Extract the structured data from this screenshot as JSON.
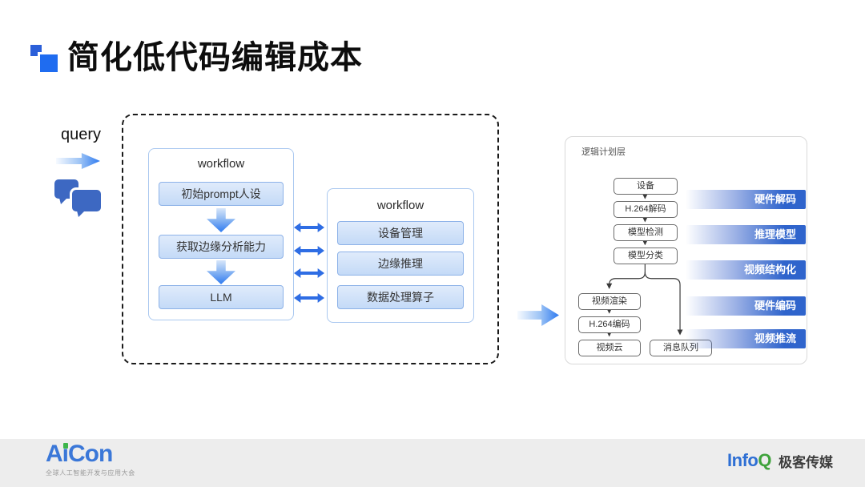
{
  "slide": {
    "title": "简化低代码编辑成本",
    "query_label": "query"
  },
  "left_workflow": {
    "title": "workflow",
    "steps": [
      "初始prompt人设",
      "获取边缘分析能力",
      "LLM"
    ]
  },
  "right_workflow": {
    "title": "workflow",
    "steps": [
      "设备管理",
      "边缘推理",
      "数据处理算子"
    ]
  },
  "logical_plan": {
    "header": "逻辑计划层",
    "main_chain": [
      "设备",
      "H.264解码",
      "模型检测",
      "模型分类"
    ],
    "left_branch": [
      "视频渲染",
      "H.264编码",
      "视频云"
    ],
    "right_branch": [
      "消息队列"
    ],
    "stage_labels": [
      "硬件解码",
      "推理模型",
      "视频结构化",
      "硬件编码",
      "视频推流"
    ]
  },
  "footer": {
    "aicon": {
      "a": "A",
      "i": "i",
      "con": "Con",
      "tagline": "全球人工智能开发与应用大会"
    },
    "infoq": {
      "info": "Info",
      "q": "Q",
      "brand": "极客传媒"
    }
  },
  "icons": {
    "title_marker": "two-blue-squares",
    "query_arrow": "gradient-right-arrow",
    "chat": "chat-bubbles",
    "panel_links": "double-headed-arrow",
    "flow_arrow": "gradient-right-arrow",
    "step_connector": "gradient-down-arrow"
  },
  "colors": {
    "accent_blue": "#2e7af0",
    "stage_bar_blue": "#2f64cc",
    "step_fill_top": "#e0ebfb",
    "step_fill_bottom": "#c4daf7",
    "step_border": "#8db2e8",
    "aicon_blue": "#3a77d8",
    "aicon_green": "#3cb54a",
    "infoq_blue": "#2e6fd4",
    "infoq_green": "#3fa33c",
    "footer_bg": "#ededed"
  }
}
